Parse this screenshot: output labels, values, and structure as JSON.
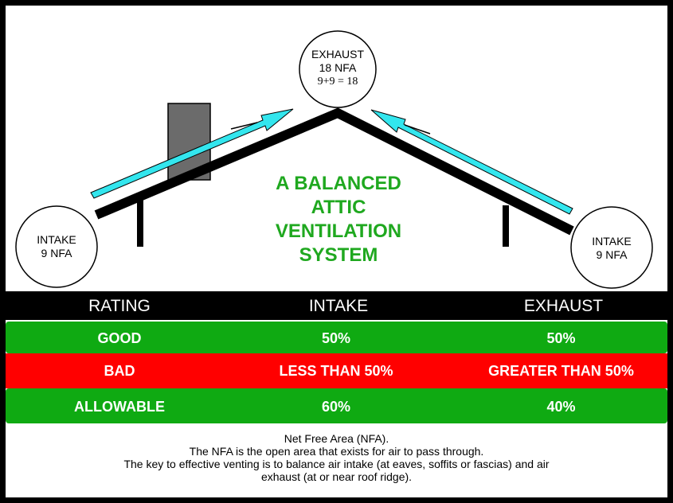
{
  "diagram": {
    "exhaust": {
      "label": "EXHAUST",
      "nfa": "18 NFA",
      "calc": "9+9 = 18"
    },
    "intake_left": {
      "label": "INTAKE",
      "nfa": "9 NFA"
    },
    "intake_right": {
      "label": "INTAKE",
      "nfa": "9 NFA"
    },
    "title_lines": [
      "A BALANCED",
      "ATTIC",
      "VENTILATION",
      "SYSTEM"
    ],
    "arrow_color": "#33e6ee",
    "title_color": "#1fa81f"
  },
  "table": {
    "headers": [
      "RATING",
      "INTAKE",
      "EXHAUST"
    ],
    "rows": [
      {
        "rating": "GOOD",
        "intake": "50%",
        "exhaust": "50%",
        "color": "#0faa12"
      },
      {
        "rating": "BAD",
        "intake": "LESS THAN 50%",
        "exhaust": "GREATER THAN 50%",
        "color": "#ff0000"
      },
      {
        "rating": "ALLOWABLE",
        "intake": "60%",
        "exhaust": "40%",
        "color": "#0faa12"
      }
    ]
  },
  "footer": {
    "lines": [
      "Net Free Area (NFA).",
      "The NFA is the open area that exists for air to pass through.",
      "The key to effective venting is to balance air intake (at eaves, soffits or fascias) and air",
      "exhaust (at or near roof ridge)."
    ]
  }
}
